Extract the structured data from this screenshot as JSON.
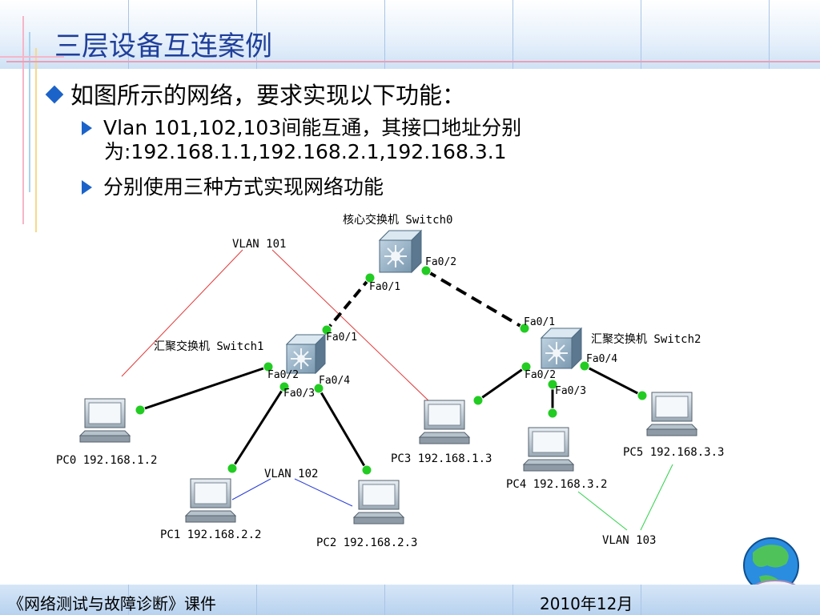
{
  "slide": {
    "title": "三层设备互连案例",
    "bullet": "如图所示的网络，要求实现以下功能：",
    "sub1_line1": "Vlan 101,102,103间能互通，其接口地址分别",
    "sub1_line2": "为:192.168.1.1,192.168.2.1,192.168.3.1",
    "sub2": "分别使用三种方式实现网络功能"
  },
  "diagram": {
    "core_switch_label": "核心交换机 Switch0",
    "switch1_label": "汇聚交换机 Switch1",
    "switch2_label": "汇聚交换机 Switch2",
    "ports": {
      "sw0_fa02": "Fa0/2",
      "sw0_fa01": "Fa0/1",
      "sw1_fa01": "Fa0/1",
      "sw1_fa02": "Fa0/2",
      "sw1_fa03": "Fa0/3",
      "sw1_fa04": "Fa0/4",
      "sw2_fa01": "Fa0/1",
      "sw2_fa02": "Fa0/2",
      "sw2_fa03": "Fa0/3",
      "sw2_fa04": "Fa0/4"
    },
    "pcs": {
      "pc0": "PC0 192.168.1.2",
      "pc1": "PC1 192.168.2.2",
      "pc2": "PC2 192.168.2.3",
      "pc3": "PC3 192.168.1.3",
      "pc4": "PC4 192.168.3.2",
      "pc5": "PC5 192.168.3.3"
    },
    "vlans": {
      "v101": "VLAN 101",
      "v102": "VLAN 102",
      "v103": "VLAN 103"
    },
    "colors": {
      "vlan101": "#e23a3a",
      "vlan102": "#2a3fd6",
      "vlan103": "#2fd24a",
      "link": "#000000",
      "port_dot": "#22cc22"
    }
  },
  "footer": {
    "left": "《网络测试与故障诊断》课件",
    "right": "2010年12月"
  }
}
